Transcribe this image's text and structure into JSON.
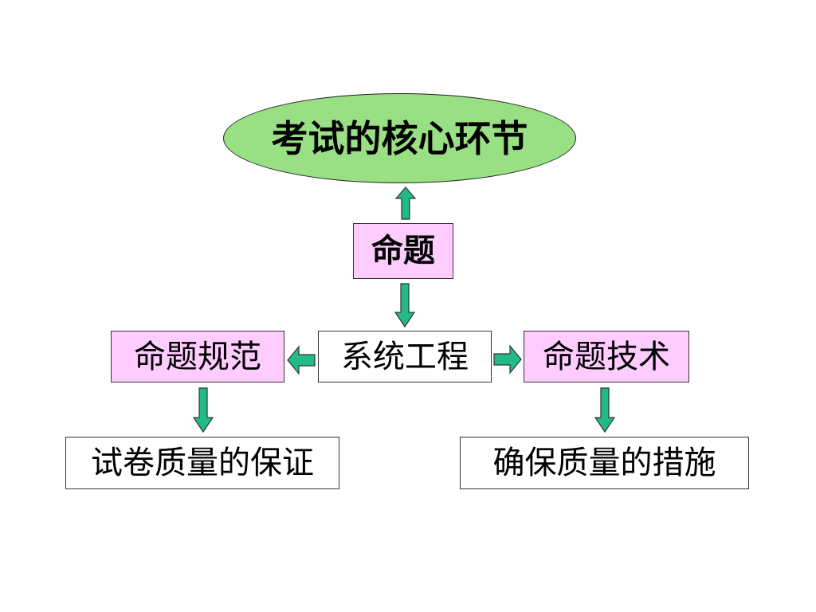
{
  "diagram": {
    "top": "考试的核心环节",
    "core": "命题",
    "system": "系统工程",
    "left": "命题规范",
    "right": "命题技术",
    "left_result": "试卷质量的保证",
    "right_result": "确保质量的措施"
  },
  "colors": {
    "ellipse_fill": "#99e085",
    "pink_fill": "#ffccff",
    "arrow_fill": "#22bb88",
    "border": "#333333"
  }
}
